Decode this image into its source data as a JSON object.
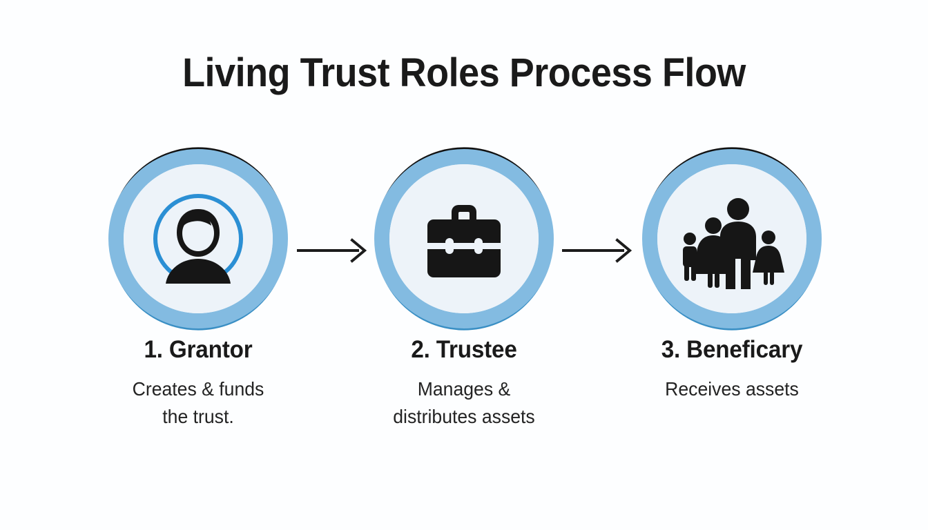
{
  "page": {
    "title": "Living Trust Roles Process Flow",
    "background_color": "#fdfeff",
    "text_color": "#1a1a1a"
  },
  "theme": {
    "ring_outline_dark": "#111111",
    "ring_outline_blue": "#3a8fc4",
    "band_blue": "#83bbe1",
    "interior_pale": "#edf3f9",
    "inner_ring_blue": "#2b8fd4",
    "icon_dark": "#161616",
    "arrow_color": "#1c1c1c"
  },
  "steps": [
    {
      "number": "1.",
      "name": "Grantor",
      "title": "1. Grantor",
      "icon": "person-icon",
      "description_lines": [
        "Creates & funds",
        "the trust."
      ],
      "has_inner_ring": true
    },
    {
      "number": "2.",
      "name": "Trustee",
      "title": "2. Trustee",
      "icon": "briefcase-icon",
      "description_lines": [
        "Manages &",
        "distributes assets"
      ],
      "has_inner_ring": false
    },
    {
      "number": "3.",
      "name": "Beneficary",
      "title": "3. Beneficary",
      "icon": "family-icon",
      "description_lines": [
        "Receives assets"
      ],
      "has_inner_ring": false
    }
  ],
  "connectors": [
    {
      "name": "arrow-grantor-to-trustee",
      "glyph": "arrow-right-icon"
    },
    {
      "name": "arrow-trustee-to-beneficiary",
      "glyph": "arrow-right-icon"
    }
  ]
}
